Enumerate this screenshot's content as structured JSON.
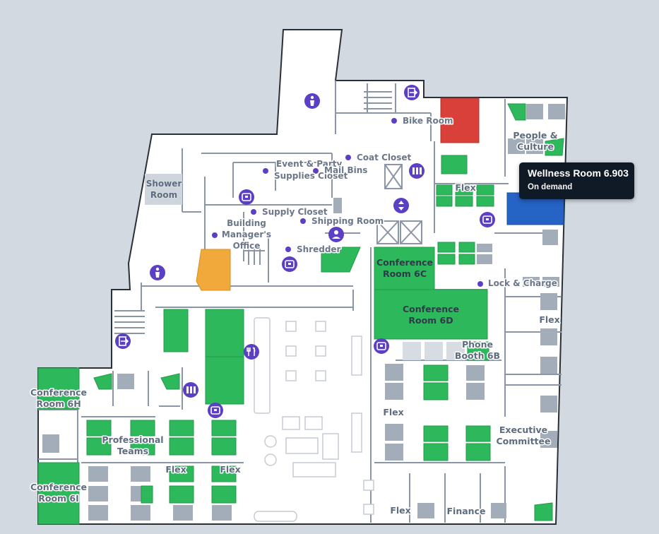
{
  "colors": {
    "background": "#d3d9e0",
    "floor": "#ffffff",
    "wall": "#2b2f36",
    "inner_wall": "#8a96a6",
    "available": "#2eb85c",
    "occupied": "#d9403a",
    "selected": "#2563c4",
    "reserved": "#f2a93b",
    "unavailable": "#a3adba",
    "icon": "#5b3fc4"
  },
  "tooltip": {
    "title": "Wellness Room 6.903",
    "subtitle": "On demand"
  },
  "labels": {
    "shower": [
      "Shower",
      "Room"
    ],
    "bike_room": "Bike Room",
    "people_culture": [
      "People &",
      "Culture"
    ],
    "event_party": [
      "Event & Party",
      "Supplies Closet"
    ],
    "coat_closet": "Coat Closet",
    "mail_bins": "Mail Bins",
    "supply_closet": "Supply Closet",
    "shipping_room": "Shipping Room",
    "building_manager": [
      "Building",
      "Manager's",
      "Office"
    ],
    "shredder": "Shredder",
    "flex_top": "Flex",
    "conf_6c": [
      "Conference",
      "Room 6C"
    ],
    "conf_6d": [
      "Conference",
      "Room 6D"
    ],
    "lock_charge": "Lock & Charge",
    "flex_right": "Flex",
    "phone_booth": [
      "Phone",
      "Booth 6B"
    ],
    "conf_6h": [
      "Conference",
      "Room 6H"
    ],
    "conf_6i": [
      "Conference",
      "Room 6I"
    ],
    "professional_teams": [
      "Professional",
      "Teams"
    ],
    "flex_pt1": "Flex",
    "flex_pt2": "Flex",
    "flex_center": "Flex",
    "executive": [
      "Executive",
      "Committee"
    ],
    "flex_bottom": "Flex",
    "finance": "Finance"
  },
  "icons": [
    "restroom-icon",
    "exit-icon",
    "restroom-icon",
    "exit-icon",
    "locker-icon",
    "locker-icon",
    "elevator-icon",
    "printer-icon",
    "locker-icon",
    "locker-icon",
    "dining-icon",
    "locker-icon",
    "printer-icon",
    "locker-icon",
    "user-badge-icon"
  ]
}
